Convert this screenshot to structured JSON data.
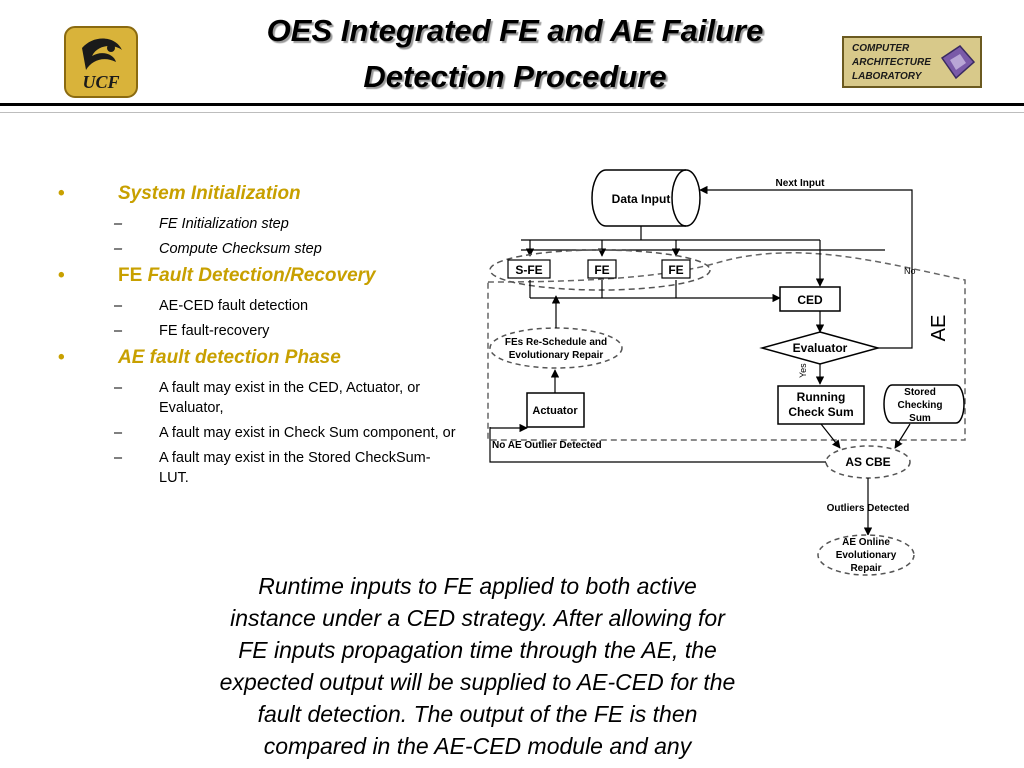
{
  "title": {
    "line1": "OES Integrated FE and AE Failure",
    "line2": "Detection Procedure"
  },
  "logos": {
    "left_text": "UCF",
    "right_lines": [
      "COMPUTER",
      "ARCHITECTURE",
      "LABORATORY"
    ]
  },
  "bullets": [
    {
      "label": "System Initialization",
      "prefix": "",
      "subs": [
        "FE Initialization step",
        "Compute Checksum step"
      ]
    },
    {
      "label": "Fault Detection/Recovery",
      "prefix": "FE ",
      "subs": [
        "AE-CED fault detection",
        "FE fault-recovery"
      ]
    },
    {
      "label": "AE fault detection Phase",
      "prefix": "",
      "subs": [
        "A fault may exist in the CED, Actuator, or Evaluator,",
        "A fault may exist in Check Sum component, or",
        "A fault may exist in the Stored CheckSum-LUT."
      ]
    }
  ],
  "diagram": {
    "data_input": "Data Input",
    "next_input": "Next Input",
    "s_fe": "S-FE",
    "fe1": "FE",
    "fe2": "FE",
    "ced": "CED",
    "ae": "AE",
    "no": "No",
    "yes": "Yes",
    "evaluator": "Evaluator",
    "reschedule_l1": "FEs Re-Schedule and",
    "reschedule_l2": "Evolutionary Repair",
    "actuator": "Actuator",
    "running_l1": "Running",
    "running_l2": "Check Sum",
    "stored_l1": "Stored",
    "stored_l2": "Checking",
    "stored_l3": "Sum",
    "no_outlier": "No AE Outlier Detected",
    "as_cbe": "AS CBE",
    "outliers": "Outliers Detected",
    "online_l1": "AE Online",
    "online_l2": "Evolutionary",
    "online_l3": "Repair"
  },
  "caption": [
    "Runtime inputs to FE applied to both active",
    "instance under a CED strategy. After allowing for",
    "FE inputs propagation time through the AE, the",
    "expected output will be supplied to AE-CED for the",
    "fault detection. The output of the FE is then",
    "compared in the AE-CED module and any"
  ],
  "colors": {
    "accent": "#c8a000",
    "logo_gold": "#d9b33a",
    "lab_badge": "#d8c98a"
  }
}
